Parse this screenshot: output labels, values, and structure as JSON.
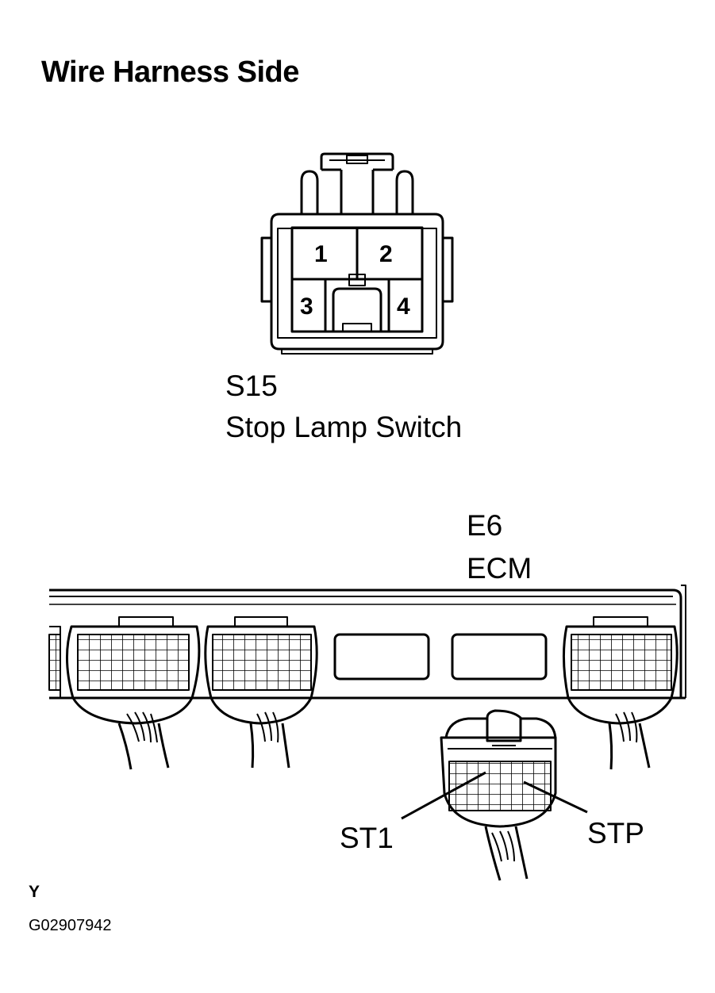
{
  "heading": "Wire Harness Side",
  "connector_s15": {
    "code": "S15",
    "name": "Stop Lamp Switch",
    "pins": [
      "1",
      "2",
      "3",
      "4"
    ]
  },
  "connector_e6": {
    "code": "E6",
    "name": "ECM"
  },
  "terminals": {
    "st1": "ST1",
    "stp": "STP"
  },
  "figure": {
    "letter": "Y",
    "code": "G02907942"
  }
}
